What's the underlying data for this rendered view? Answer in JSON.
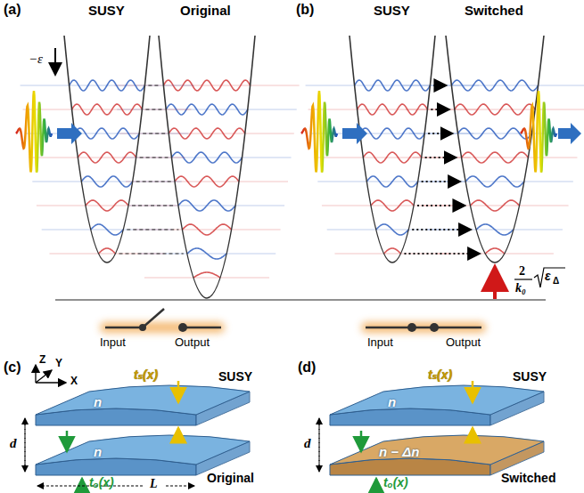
{
  "diagram": {
    "labels": [
      "(a)",
      "SUSY",
      "Original",
      "−ε",
      "Input",
      "Output",
      "(b)",
      "SUSY",
      "Switched",
      "2",
      "k₀",
      "ε",
      "Δ",
      "Input",
      "Output",
      "(c)",
      "Z",
      "Y",
      "X",
      "SUSY",
      "n",
      "tₛ(x)",
      "d",
      "n",
      "Original",
      "tₒ(x)",
      "L",
      "(d)",
      "SUSY",
      "n",
      "tₛ(x)",
      "d",
      "n − Δn",
      "Switched",
      "tₒ(x)"
    ]
  }
}
